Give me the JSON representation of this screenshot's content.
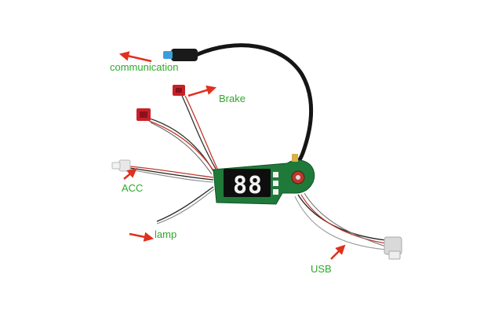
{
  "labels": {
    "communication": "communication",
    "brake": "Brake",
    "acc": "ACC",
    "lamp": "lamp",
    "usb": "USB"
  },
  "display": {
    "digits": "88"
  },
  "colors": {
    "label_text": "#2fa82a",
    "arrow": "#e0301e",
    "pcb": "#1f7a3a",
    "cable": "#151515",
    "connector_red": "#c8202a",
    "connector_blue": "#3a9fd8",
    "connector_white": "#e8e8e8",
    "display_digits": "#f2f2f2"
  }
}
